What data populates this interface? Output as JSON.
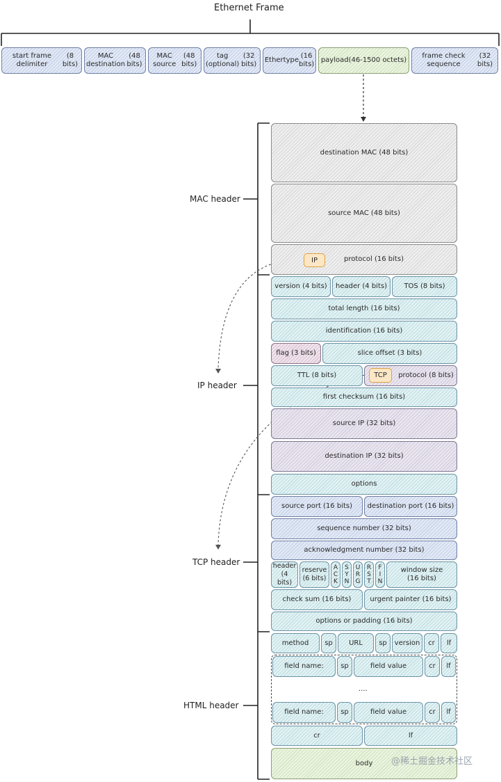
{
  "title": "Ethernet Frame",
  "frame_fields": [
    {
      "name": "start frame delimiter",
      "bits": "(8 bits)"
    },
    {
      "name": "MAC destination",
      "bits": "(48 bits)"
    },
    {
      "name": "MAC source",
      "bits": "(48 bits)"
    },
    {
      "name": "tag  (optional)",
      "bits": "(32 bits)"
    },
    {
      "name": "Ethertype",
      "bits": "(16 bits)"
    },
    {
      "name": "payload",
      "bits": "(46-1500 octets)"
    },
    {
      "name": "frame check sequence",
      "bits": "(32 bits)"
    }
  ],
  "section_labels": {
    "mac": "MAC header",
    "ip": "IP header",
    "tcp": "TCP header",
    "html": "HTML header"
  },
  "mac": {
    "dest": "destination MAC (48 bits)",
    "src": "source MAC (48 bits)",
    "ip_tag": "IP",
    "protocol": "protocol (16 bits)"
  },
  "ip": {
    "version": "version (4 bits)",
    "header": "header (4 bits)",
    "tos": "TOS (8 bits)",
    "total_length": "total length (16 bits)",
    "identification": "identification (16 bits)",
    "flag": "flag (3 bits)",
    "slice_offset": "slice offset (3 bits)",
    "ttl": "TTL (8 bits)",
    "tcp_tag": "TCP",
    "protocol": "protocol (8 bits)",
    "checksum": "first checksum (16 bits)",
    "source_ip": "source IP (32 bits)",
    "dest_ip": "destination IP (32 bits)",
    "options": "options"
  },
  "tcp": {
    "src_port": "source port (16 bits)",
    "dst_port": "destination port (16 bits)",
    "seq": "sequence number (32 bits)",
    "ack": "acknowledgment number (32 bits)",
    "header": "header\n(4 bits)",
    "reserve": "reserve\n(6 bits)",
    "flags": [
      "A\nC\nK",
      "S\nY\nN",
      "U\nR\nG",
      "R\nS\nT",
      "F\nI\nN"
    ],
    "window": "window size\n(16 bits)",
    "checksum": "check sum (16 bits)",
    "urgent": "urgent painter (16 bits)",
    "options": "options or padding (16 bits)"
  },
  "html": {
    "method": "method",
    "sp": "sp",
    "url": "URL",
    "version": "version",
    "cr": "cr",
    "lf": "lf",
    "field_name": "field name:",
    "field_value": "field value",
    "ellipsis": "....",
    "body": "body"
  },
  "watermark": "@稀土掘金技术社区"
}
